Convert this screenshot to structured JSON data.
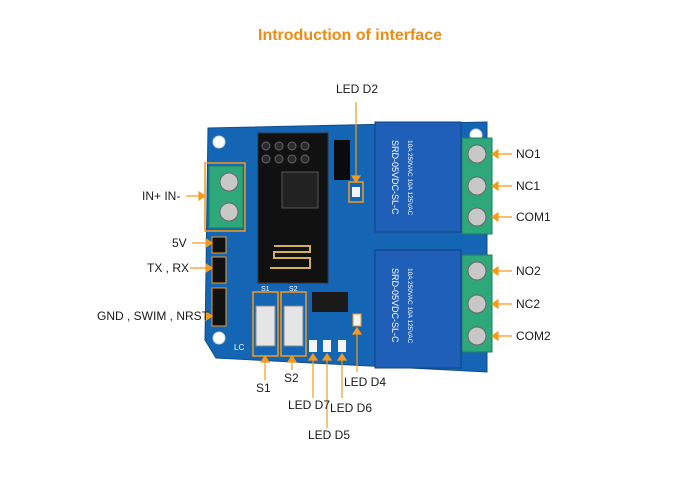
{
  "title": "Introduction of interface",
  "colors": {
    "title": "#ef8a13",
    "pointer": "#f39a1e",
    "pcb": "#1565b5",
    "relay": "#1f5fb8",
    "terminal": "#2ea77a"
  },
  "labels": {
    "led_d2": "LED D2",
    "in": "IN+ IN-",
    "v5": "5V",
    "txrx": "TX , RX",
    "gnd": "GND , SWIM , NRST",
    "no1": "NO1",
    "nc1": "NC1",
    "com1": "COM1",
    "no2": "NO2",
    "nc2": "NC2",
    "com2": "COM2",
    "s1": "S1",
    "s2": "S2",
    "led_d7": "LED D7",
    "led_d5": "LED D5",
    "led_d4": "LED D4",
    "led_d6": "LED D6"
  },
  "board": {
    "relay_text_1": "SRD-05VDC-SL-C",
    "relay_text_2": "SRD-05VDC-SL-C",
    "relay_rating_1": "10A 250VAC 10A 125VAC",
    "relay_rating_2": "10A 250VAC 10A 125VAC",
    "silk_s1": "S1",
    "silk_s2": "S2",
    "silk_lc": "LC"
  }
}
